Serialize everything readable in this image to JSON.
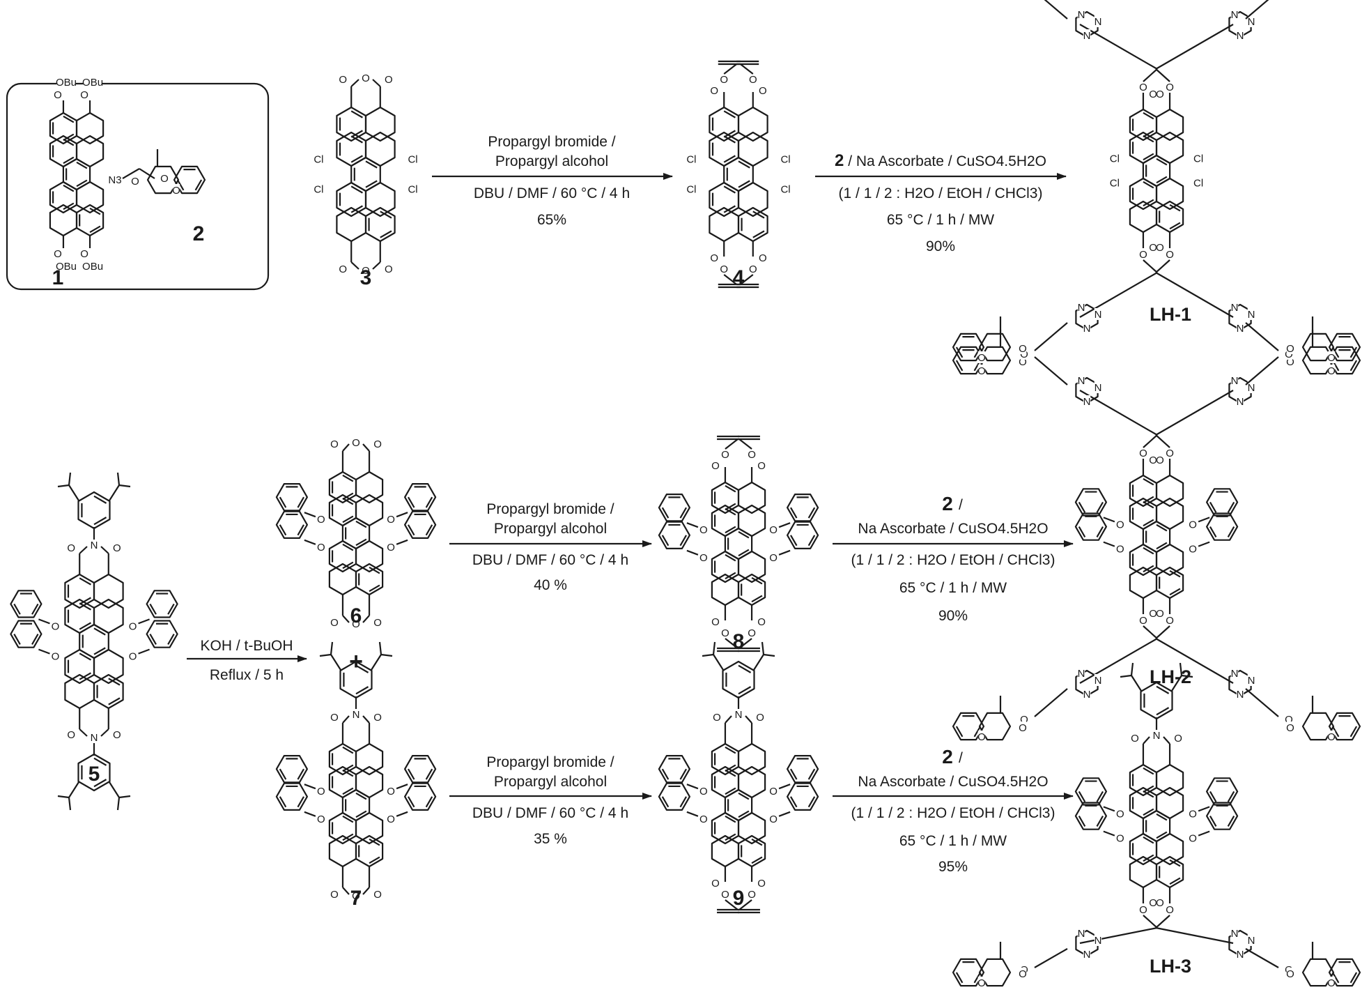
{
  "compounds": {
    "c1": "1",
    "c2": "2",
    "c3": "3",
    "c4": "4",
    "c5": "5",
    "c6": "6",
    "c7": "7",
    "c8": "8",
    "c9": "9",
    "lh1": "LH-1",
    "lh2": "LH-2",
    "lh3": "LH-3"
  },
  "atoms": {
    "obu": "OBu",
    "n3": "N3",
    "cl": "Cl",
    "o": "O",
    "n": "N"
  },
  "reactions": {
    "r3to4": {
      "line1": "Propargyl bromide /",
      "line2": "Propargyl alcohol",
      "line3": "DBU / DMF / 60 °C / 4 h",
      "yield": "65%"
    },
    "r4toLH1": {
      "reagent_num": "2",
      "line1": " / Na Ascorbate / CuSO4.5H2O",
      "line2": "(1 / 1 / 2 : H2O / EtOH / CHCl3)",
      "line3": "65 °C / 1 h / MW",
      "yield": "90%"
    },
    "r5": {
      "line1": "KOH / t-BuOH",
      "line2": "Reflux / 5 h",
      "plus": "+"
    },
    "r6to8": {
      "line1": "Propargyl bromide /",
      "line2": "Propargyl alcohol",
      "line3": "DBU / DMF / 60 °C / 4 h",
      "yield": "40 %"
    },
    "r8toLH2": {
      "reagent_num": "2",
      "slash": " /",
      "line1": "Na Ascorbate / CuSO4.5H2O",
      "line2": "(1 / 1 / 2 : H2O / EtOH / CHCl3)",
      "line3": "65 °C / 1 h / MW",
      "yield": "90%"
    },
    "r7to9": {
      "line1": "Propargyl bromide /",
      "line2": "Propargyl alcohol",
      "line3": "DBU / DMF / 60 °C / 4 h",
      "yield": "35 %"
    },
    "r9toLH3": {
      "reagent_num": "2",
      "slash": " /",
      "line1": "Na Ascorbate / CuSO4.5H2O",
      "line2": "(1 / 1 / 2 : H2O / EtOH / CHCl3)",
      "line3": "65 °C / 1 h / MW",
      "yield": "95%"
    }
  },
  "colors": {
    "ink": "#1a1a1a",
    "background": "#ffffff"
  }
}
